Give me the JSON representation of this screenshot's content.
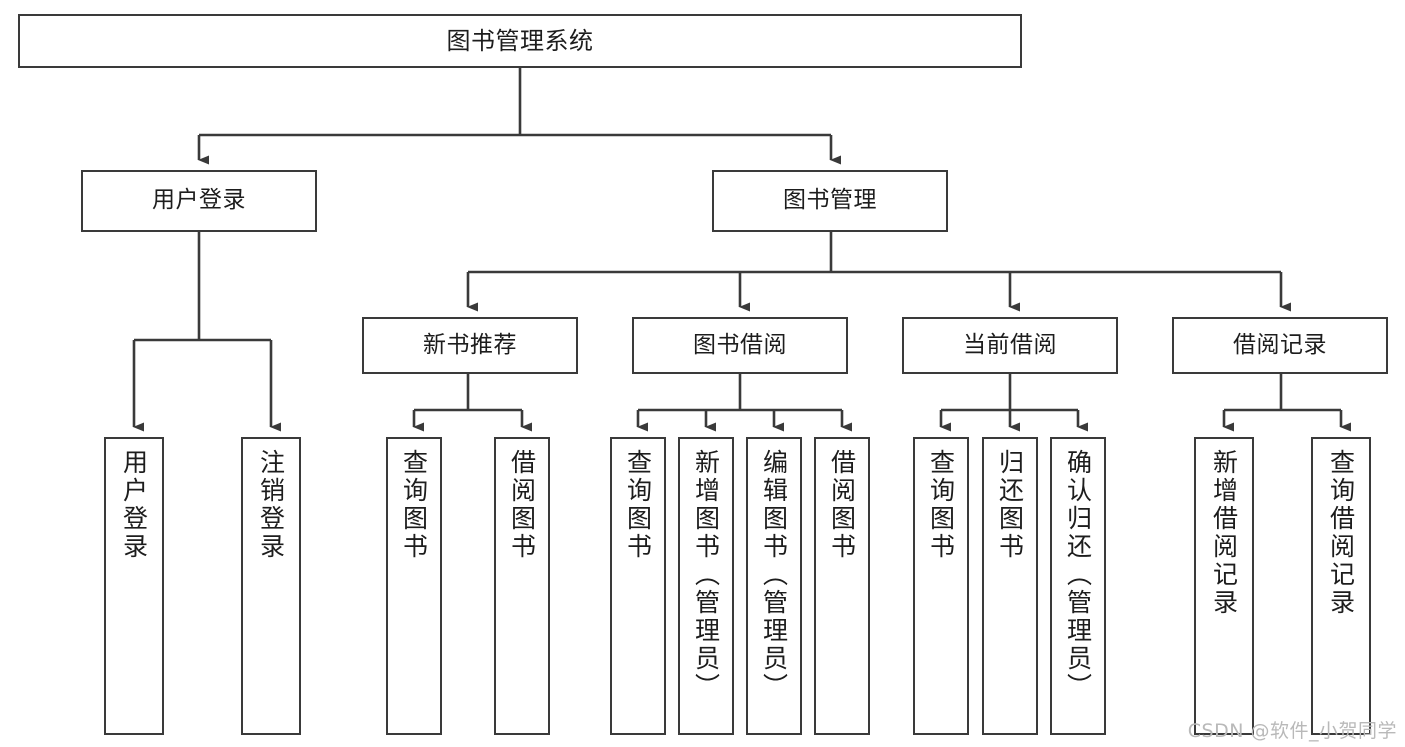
{
  "diagram": {
    "title": "图书管理系统",
    "type": "tree-hierarchy",
    "watermark": "CSDN @软件_小贺同学",
    "colors": {
      "stroke": "#3a3a3a",
      "fill": "#ffffff",
      "text": "#1d1d1d",
      "watermark": "#b9b9b9"
    },
    "levels": {
      "root": {
        "label": "图书管理系统"
      },
      "level2": [
        {
          "id": "user-login",
          "label": "用户登录"
        },
        {
          "id": "book-manage",
          "label": "图书管理"
        }
      ],
      "level3": [
        {
          "id": "new-book-rec",
          "label": "新书推荐",
          "parent": "book-manage"
        },
        {
          "id": "book-borrow",
          "label": "图书借阅",
          "parent": "book-manage"
        },
        {
          "id": "current-borrow",
          "label": "当前借阅",
          "parent": "book-manage"
        },
        {
          "id": "borrow-record",
          "label": "借阅记录",
          "parent": "book-manage"
        }
      ],
      "leaves": [
        {
          "id": "leaf-user-login",
          "label": "用户登录",
          "parent": "user-login"
        },
        {
          "id": "leaf-logout",
          "label": "注销登录",
          "parent": "user-login"
        },
        {
          "id": "leaf-query-book-1",
          "label": "查询图书",
          "parent": "new-book-rec"
        },
        {
          "id": "leaf-borrow-book-1",
          "label": "借阅图书",
          "parent": "new-book-rec"
        },
        {
          "id": "leaf-query-book-2",
          "label": "查询图书",
          "parent": "book-borrow"
        },
        {
          "id": "leaf-add-book",
          "label": "新增图书（管理员）",
          "parent": "book-borrow"
        },
        {
          "id": "leaf-edit-book",
          "label": "编辑图书（管理员）",
          "parent": "book-borrow"
        },
        {
          "id": "leaf-borrow-book-2",
          "label": "借阅图书",
          "parent": "book-borrow"
        },
        {
          "id": "leaf-query-book-3",
          "label": "查询图书",
          "parent": "current-borrow"
        },
        {
          "id": "leaf-return-book",
          "label": "归还图书",
          "parent": "current-borrow"
        },
        {
          "id": "leaf-confirm-return",
          "label": "确认归还（管理员）",
          "parent": "current-borrow"
        },
        {
          "id": "leaf-add-record",
          "label": "新增借阅记录",
          "parent": "borrow-record"
        },
        {
          "id": "leaf-query-record",
          "label": "查询借阅记录",
          "parent": "borrow-record"
        }
      ]
    }
  }
}
